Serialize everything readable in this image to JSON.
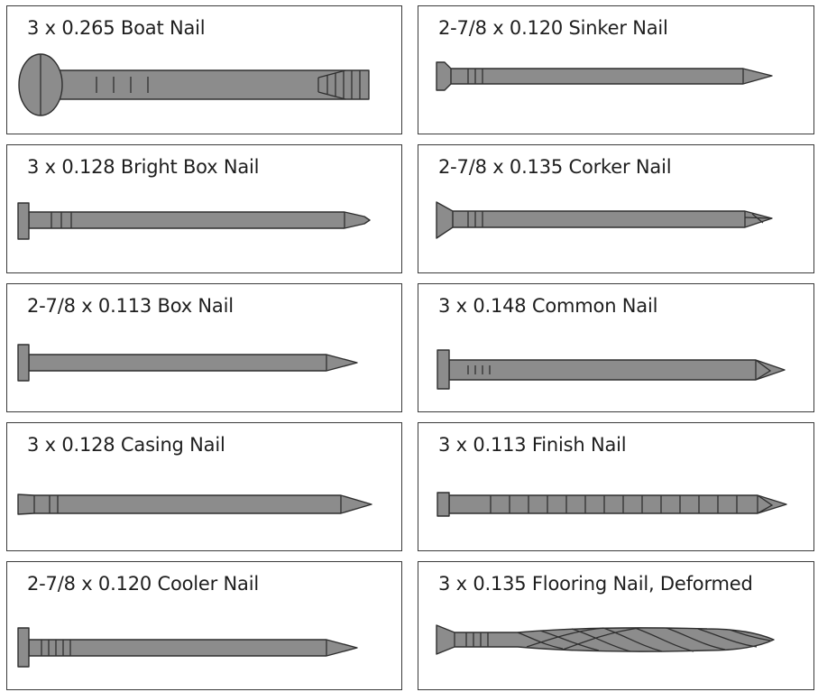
{
  "nails": [
    {
      "label": "3 x 0.265 Boat Nail"
    },
    {
      "label": "2-7/8 x 0.120 Sinker Nail"
    },
    {
      "label": "3 x 0.128 Bright Box Nail"
    },
    {
      "label": "2-7/8 x 0.135 Corker Nail"
    },
    {
      "label": "2-7/8 x 0.113 Box Nail"
    },
    {
      "label": "3 x 0.148 Common Nail"
    },
    {
      "label": "3 x 0.128 Casing Nail"
    },
    {
      "label": "3 x 0.113 Finish Nail"
    },
    {
      "label": "2-7/8 x 0.120 Cooler Nail"
    },
    {
      "label": "3 x 0.135 Flooring Nail, Deformed"
    }
  ],
  "colors": {
    "nail_fill": "#8c8c8c",
    "outline": "#2f2f2f",
    "border": "#3a3a3a"
  }
}
